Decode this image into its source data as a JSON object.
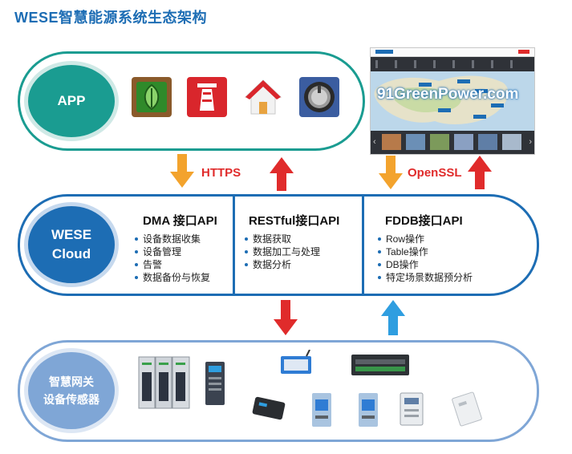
{
  "title": "WESE智慧能源系统生态架构",
  "app_layer": {
    "label": "APP",
    "icons": [
      "leaf-app-icon",
      "lighthouse-app-icon",
      "home-app-icon",
      "knob-app-icon"
    ]
  },
  "website": {
    "watermark": "91GreenPower.com",
    "colors": {
      "map_bg": "#bcd7ea",
      "nav_bg": "#2f3238"
    }
  },
  "arrows": {
    "left_label": "HTTPS",
    "right_label": "OpenSSL"
  },
  "cloud_layer": {
    "label_line1": "WESE",
    "label_line2": "Cloud",
    "columns": [
      {
        "title": "DMA 接口API",
        "items": [
          "设备数据收集",
          "设备管理",
          "告警",
          "数据备份与恢复"
        ]
      },
      {
        "title": "RESTful接口API",
        "items": [
          "数据获取",
          "数据加工与处理",
          "数据分析"
        ]
      },
      {
        "title": "FDDB接口API",
        "items": [
          "Row操作",
          "Table操作",
          "DB操作",
          "特定场景数据预分析"
        ]
      }
    ]
  },
  "device_layer": {
    "label_line1": "智慧网关",
    "label_line2": "设备传感器",
    "devices": [
      "power-cabinet",
      "din-gateway",
      "wireless-module",
      "rack-switch",
      "black-router",
      "din-module-a",
      "din-module-b",
      "electric-meter",
      "wall-sensor"
    ]
  },
  "colors": {
    "teal": "#1a9c91",
    "blue": "#1d6db4",
    "light_blue": "#7fa6d6",
    "orange": "#f3a32d",
    "red": "#e02b2b",
    "sky": "#2f9ee0"
  }
}
